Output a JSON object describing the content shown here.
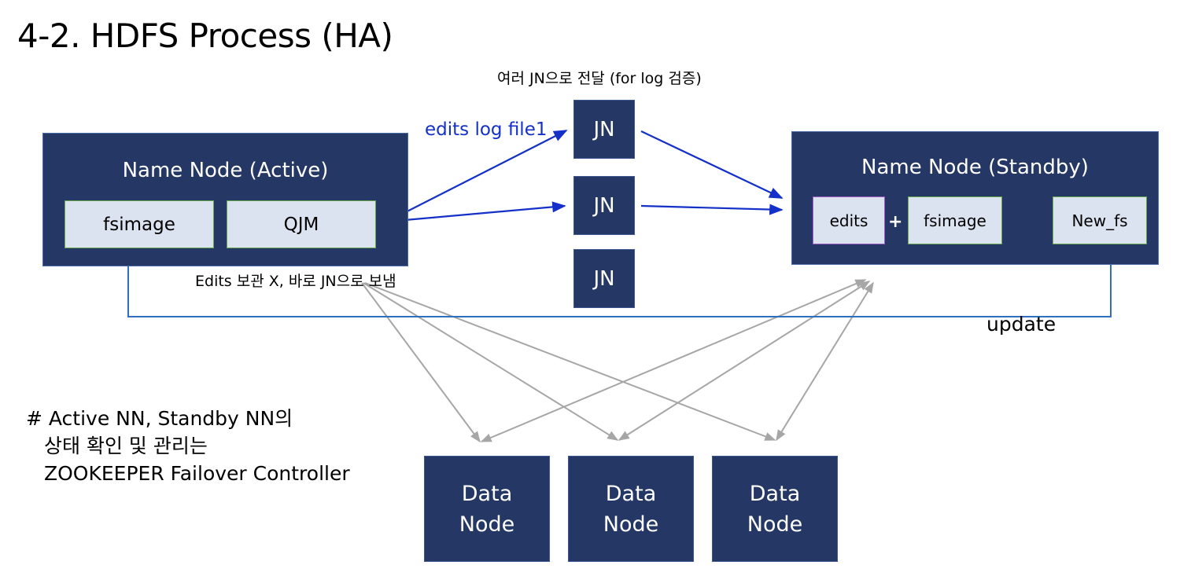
{
  "title": "4-2. HDFS Process (HA)",
  "top_caption": "여러 JN으로 전달 (for log 검증)",
  "edits_log_label": "edits log file1",
  "active_node": {
    "title": "Name Node (Active)",
    "fsimage": "fsimage",
    "qjm": "QJM"
  },
  "standby_node": {
    "title": "Name Node (Standby)",
    "edits": "edits",
    "plus": "+",
    "fsimage": "fsimage",
    "new_fs": "New_fs"
  },
  "journal_nodes": [
    "JN",
    "JN",
    "JN"
  ],
  "edits_note": "Edits 보관 X, 바로 JN으로 보냄",
  "update_label": "update",
  "data_nodes": [
    {
      "line1": "Data",
      "line2": "Node"
    },
    {
      "line1": "Data",
      "line2": "Node"
    },
    {
      "line1": "Data",
      "line2": "Node"
    }
  ],
  "zk_note": {
    "line1": "# Active NN, Standby NN의",
    "line2": "상태 확인 및 관리는",
    "line3": "ZOOKEEPER Failover Controller"
  },
  "colors": {
    "node_fill": "#253764",
    "inner_fill": "#dbe2f0",
    "blue_arrow": "#1430c8",
    "update_line": "#2e6fc0",
    "gray_arrow": "#a6a6a6",
    "green_border": "#6aa84f",
    "purple_border": "#a35ac7"
  }
}
